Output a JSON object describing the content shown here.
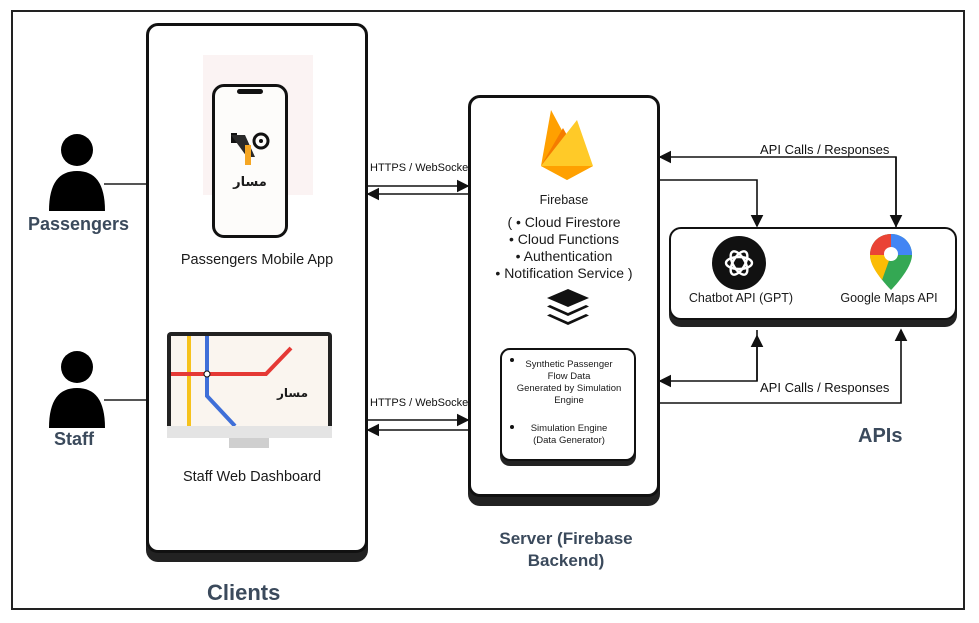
{
  "actors": {
    "passengers": "Passengers",
    "staff": "Staff"
  },
  "clients": {
    "title": "Clients",
    "mobile_app_label": "Passengers Mobile App",
    "dashboard_label": "Staff Web Dashboard",
    "brand_text": "مسار"
  },
  "server": {
    "title_line1": "Server (Firebase",
    "title_line2": "Backend)",
    "firebase_label": "Firebase",
    "services": [
      "( • Cloud Firestore",
      "• Cloud Functions",
      "• Authentication",
      "• Notification Service )"
    ],
    "simulation": {
      "item1_lines": [
        "Synthetic Passenger",
        "Flow Data",
        "Generated by Simulation",
        "Engine"
      ],
      "item2_lines": [
        "Simulation Engine",
        "(Data Generator)"
      ]
    }
  },
  "connections": {
    "top_label": "HTTPS / WebSocket",
    "bottom_label": "HTTPS / WebSocket",
    "api_top_label": "API Calls / Responses",
    "api_bottom_label": "API Calls / Responses"
  },
  "apis": {
    "title": "APIs",
    "chatbot_label": "Chatbot API (GPT)",
    "maps_label": "Google Maps API"
  },
  "colors": {
    "heading": "#3b4a5c",
    "firebase_orange": "#f5a623",
    "firebase_yellow": "#ffca28",
    "maps_red": "#ea4335",
    "maps_blue": "#4285f4",
    "maps_green": "#34a853",
    "metro_red": "#e53935",
    "metro_blue": "#3f6fd8",
    "metro_yellow": "#f6c21c"
  }
}
